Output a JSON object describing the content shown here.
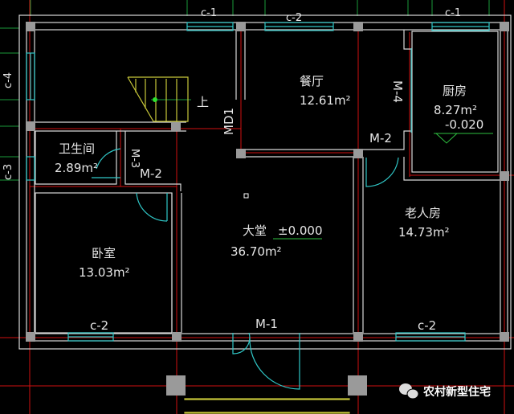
{
  "plan": {
    "top_windows": [
      "c-1",
      "c-2",
      "c-1"
    ],
    "left_windows": [
      "c-4",
      "c-3"
    ],
    "bottom_windows": [
      "c-2",
      "c-2"
    ],
    "rooms": {
      "dining": {
        "name": "餐厅",
        "area": "12.61m²"
      },
      "kitchen": {
        "name": "厨房",
        "area": "8.27m²",
        "level": "-0.020"
      },
      "bathroom": {
        "name": "卫生间",
        "area": "2.89m²"
      },
      "hall": {
        "name": "大堂",
        "level": "±0.000",
        "area": "36.70m²"
      },
      "elder_room": {
        "name": "老人房",
        "area": "14.73m²"
      },
      "bedroom": {
        "name": "卧室",
        "area": "13.03m²"
      }
    },
    "doors": {
      "m4": "M-4",
      "md1": "MD1",
      "m2_dining": "M-2",
      "m3": "M-3",
      "m2_bath": "M-2",
      "m1": "M-1"
    },
    "stair_label": "上"
  },
  "watermark": {
    "text": "农村新型住宅",
    "icon": "wechat-icon"
  }
}
